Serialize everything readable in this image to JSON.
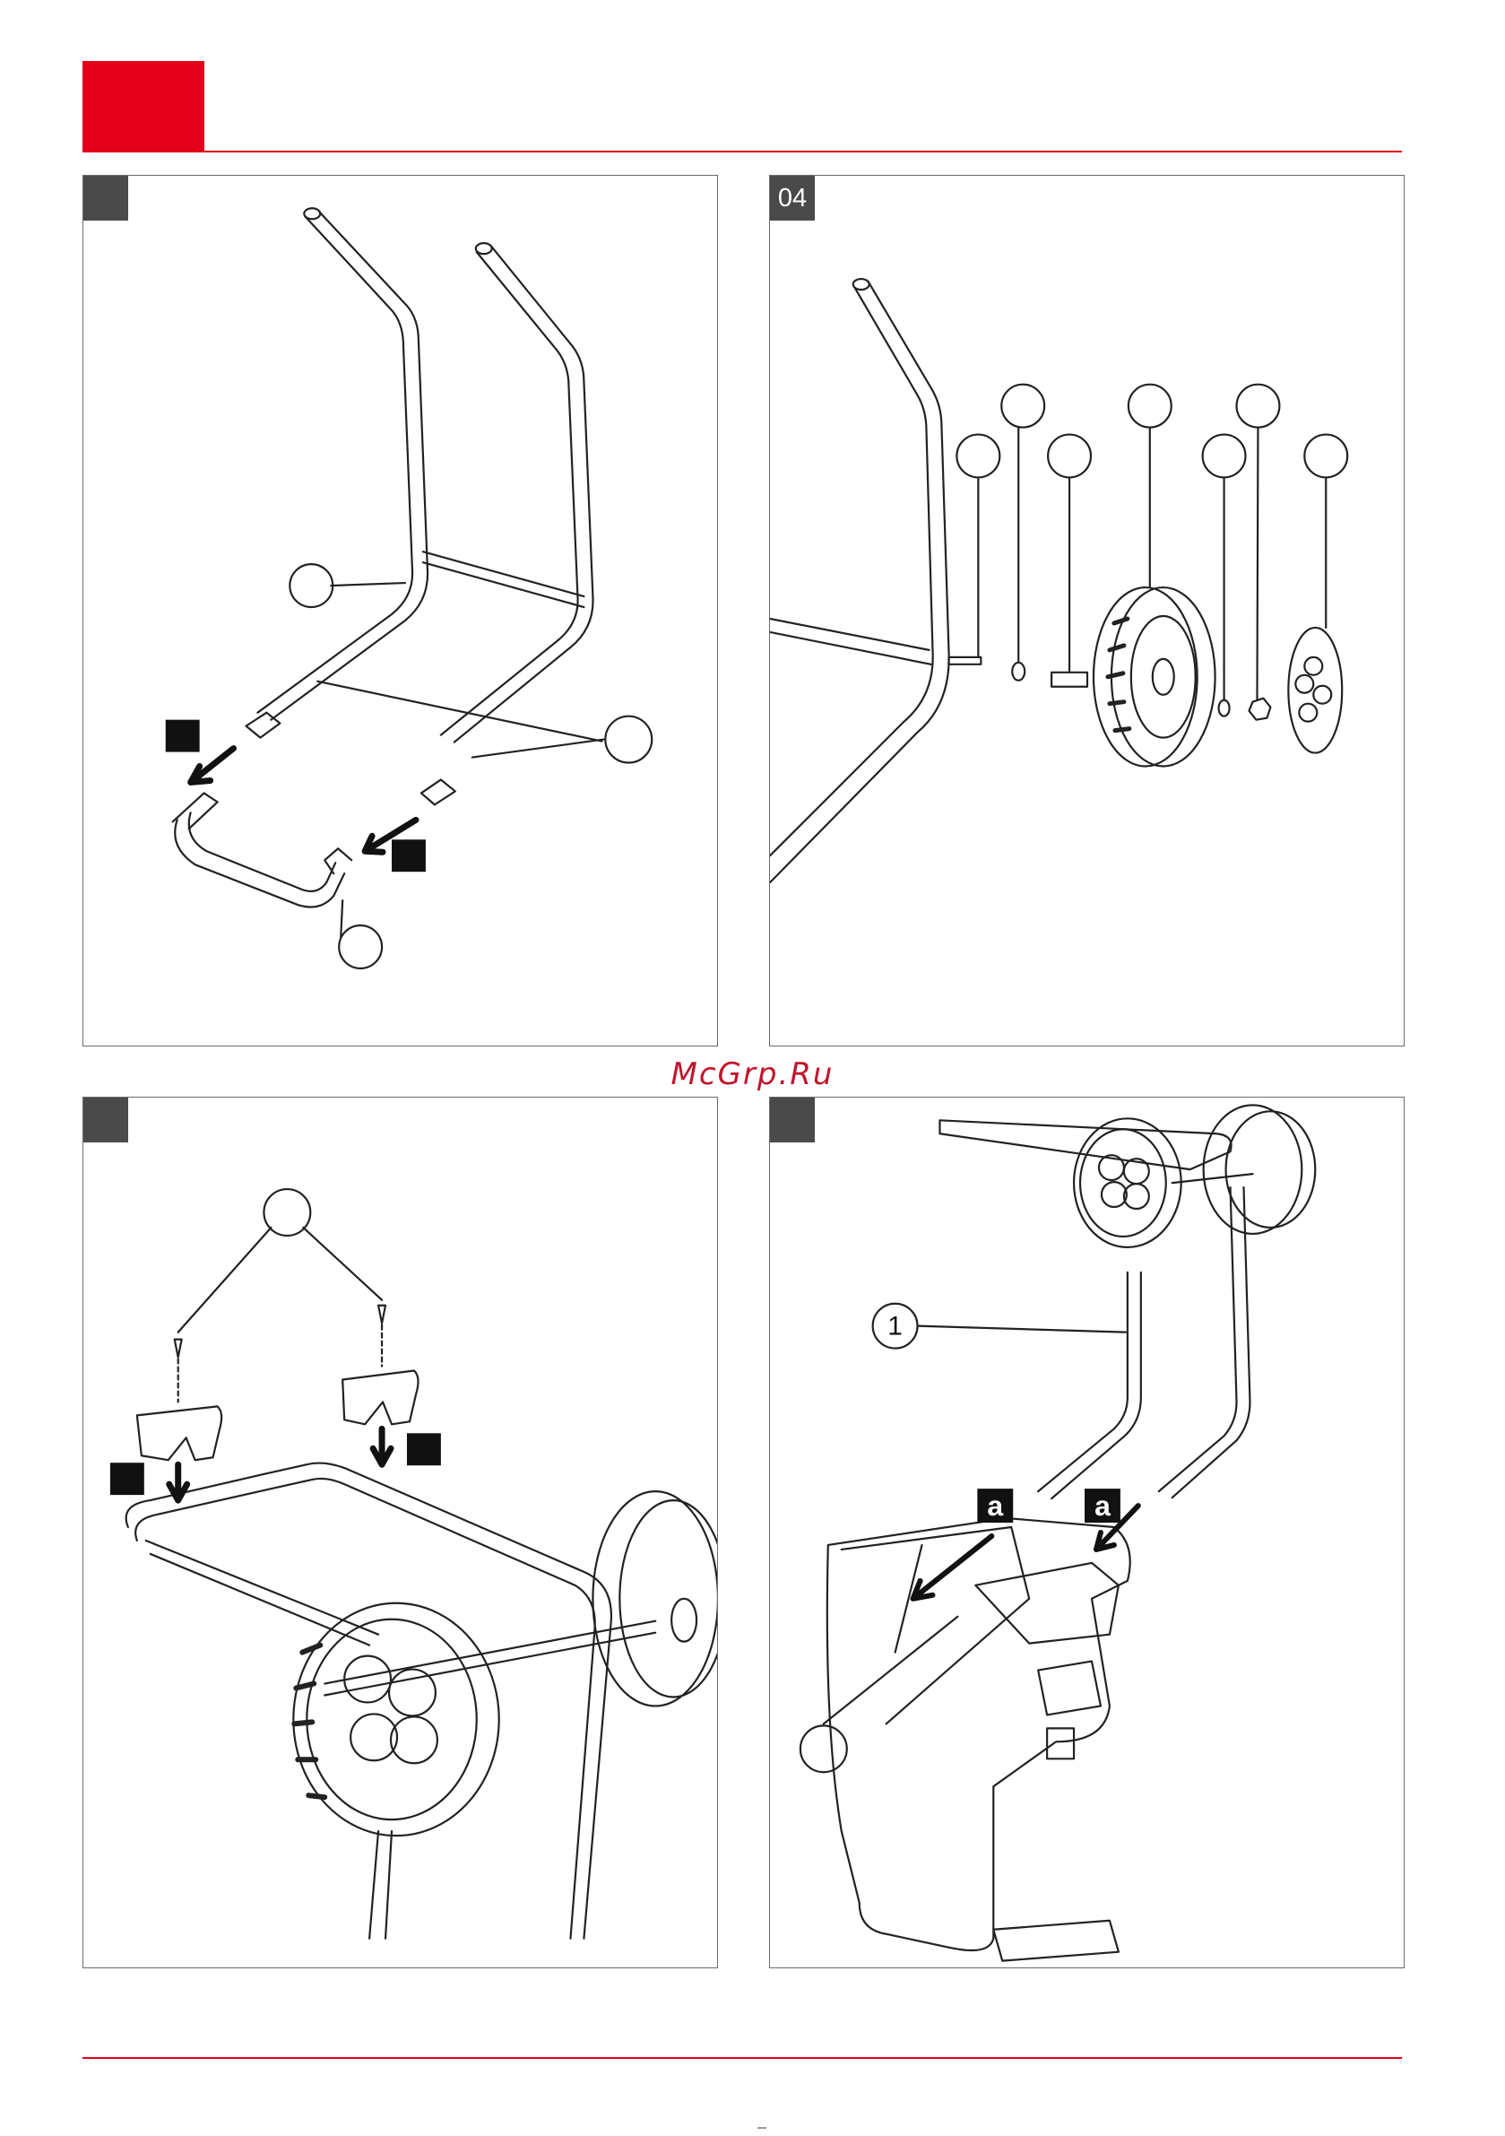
{
  "colors": {
    "brand_red": "#e2001a",
    "tab_gray": "#4a4a4a",
    "line": "#222222"
  },
  "watermark": {
    "text": "McGrp.Ru",
    "color": "#c0162e"
  },
  "figures": [
    {
      "number": ""
    },
    {
      "number": "04"
    },
    {
      "number": ""
    },
    {
      "number": "",
      "callout_1": "1",
      "marker_a1": "a",
      "marker_a2": "a"
    }
  ]
}
